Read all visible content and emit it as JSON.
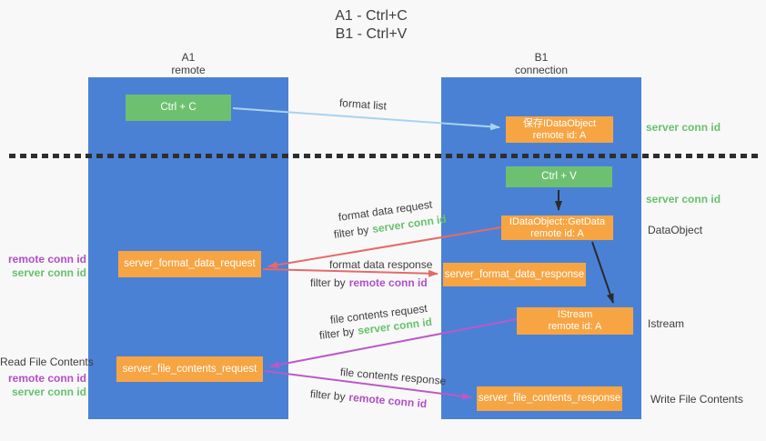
{
  "title": {
    "line1": "A1 - Ctrl+C",
    "line2": "B1 - Ctrl+V"
  },
  "columns": {
    "a": {
      "name": "A1",
      "role": "remote"
    },
    "b": {
      "name": "B1",
      "role": "connection"
    }
  },
  "nodes": {
    "ctrl_c": {
      "label": "Ctrl + C"
    },
    "save_idataobject": {
      "line1": "保存IDataObject",
      "line2": "remote id: A"
    },
    "ctrl_v": {
      "label": "Ctrl + V"
    },
    "getdata": {
      "line1": "IDataObject::GetData",
      "line2": "remote id: A"
    },
    "server_format_data_request": {
      "label": "server_format_data_request"
    },
    "server_format_data_response": {
      "label": "server_format_data_response"
    },
    "istream": {
      "line1": "IStream",
      "line2": "remote id: A"
    },
    "server_file_contents_request": {
      "label": "server_file_contents_request"
    },
    "server_file_contents_response": {
      "label": "server_file_contents_response"
    }
  },
  "arrow_labels": {
    "format_list": "format list",
    "format_data_request": "format data request",
    "format_data_response": "format data response",
    "file_contents_request": "file contents request",
    "file_contents_response": "file contents response",
    "filter_by": "filter by",
    "server_conn_id": "server conn id",
    "remote_conn_id": "remote conn id"
  },
  "side_labels": {
    "left_mid_remote": "remote conn id",
    "left_mid_server": "server conn id",
    "read_file_contents": "Read File Contents",
    "left_bottom_remote": "remote conn id",
    "left_bottom_server": "server conn id",
    "right_top_server": "server conn id",
    "right_mid_server": "server conn id",
    "dataobject": "DataObject",
    "istream": "Istream",
    "write_file_contents": "Write File Contents"
  },
  "colors": {
    "column_blue": "#4a81d4",
    "node_orange": "#f7a543",
    "node_green": "#6ec071",
    "arrow_lightblue": "#a8d2f0",
    "arrow_red": "#e56a6a",
    "arrow_magenta": "#bb59c8",
    "arrow_black": "#2b2b2b",
    "text_green": "#68c06e",
    "text_purple": "#b14fc6",
    "divider_dark": "#2e2e2e"
  }
}
